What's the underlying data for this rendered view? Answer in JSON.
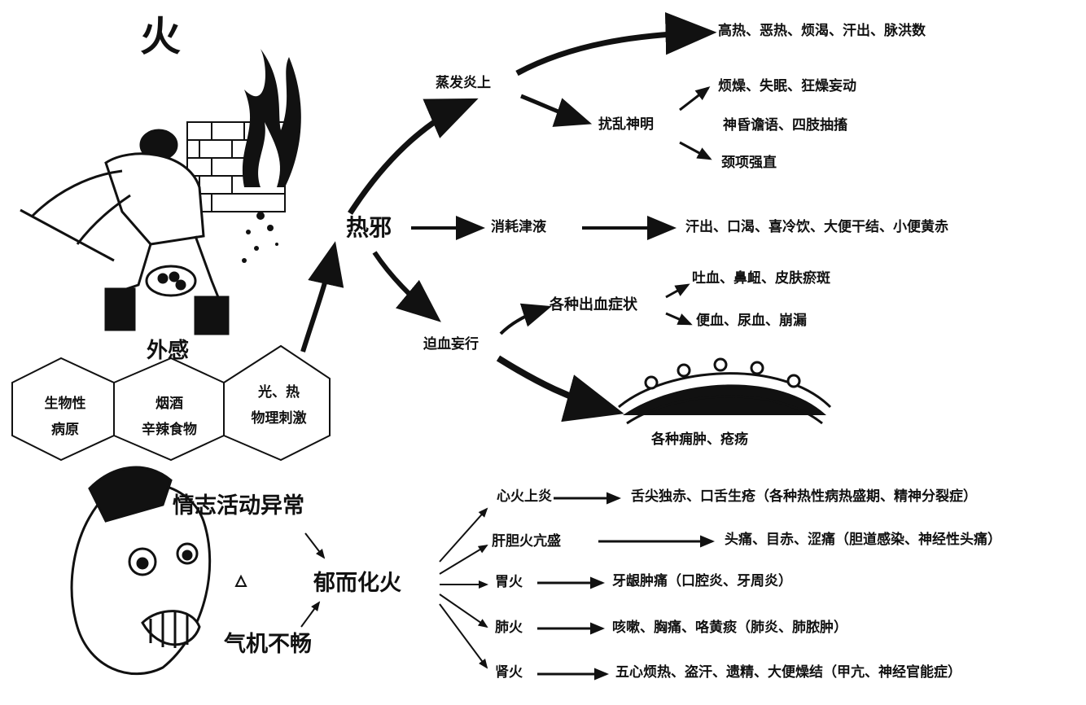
{
  "title": "火",
  "fire_source": {
    "label": "外感",
    "hexagons": [
      {
        "line1": "生物性",
        "line2": "病原"
      },
      {
        "line1": "烟酒",
        "line2": "辛辣食物"
      },
      {
        "line1": "光、热",
        "line2": "物理刺激"
      }
    ]
  },
  "heat_evil": {
    "center": "热邪",
    "branch1": {
      "label": "蒸发炎上",
      "result_top": "高热、恶热、烦渴、汗出、脉洪数",
      "disturb": "扰乱神明",
      "disturb_results": [
        "烦燥、失眠、狂燥妄动",
        "神昏谵语、四肢抽搐",
        "颈项强直"
      ]
    },
    "branch2": {
      "label": "消耗津液",
      "result": "汗出、口渴、喜冷饮、大便干结、小便黄赤"
    },
    "branch3": {
      "label": "迫血妄行",
      "bleeding": "各种出血症状",
      "bleeding_results": [
        "吐血、鼻衄、皮肤瘀斑",
        "便血、尿血、崩漏"
      ],
      "swelling": "各种痈肿、疮疡"
    }
  },
  "internal": {
    "emotion": "情志活动异常",
    "qi": "气机不畅",
    "center": "郁而化火",
    "organs": [
      {
        "name": "心火上炎",
        "result": "舌尖独赤、口舌生疮（各种热性病热盛期、精神分裂症）"
      },
      {
        "name": "肝胆火亢盛",
        "result": "头痛、目赤、涩痛（胆道感染、神经性头痛）"
      },
      {
        "name": "胃火",
        "result": "牙龈肿痛（口腔炎、牙周炎）"
      },
      {
        "name": "肺火",
        "result": "咳嗽、胸痛、咯黄痰（肺炎、肺脓肿）"
      },
      {
        "name": "肾火",
        "result": "五心烦热、盗汗、遗精、大便燥结（甲亢、神经官能症）"
      }
    ]
  }
}
